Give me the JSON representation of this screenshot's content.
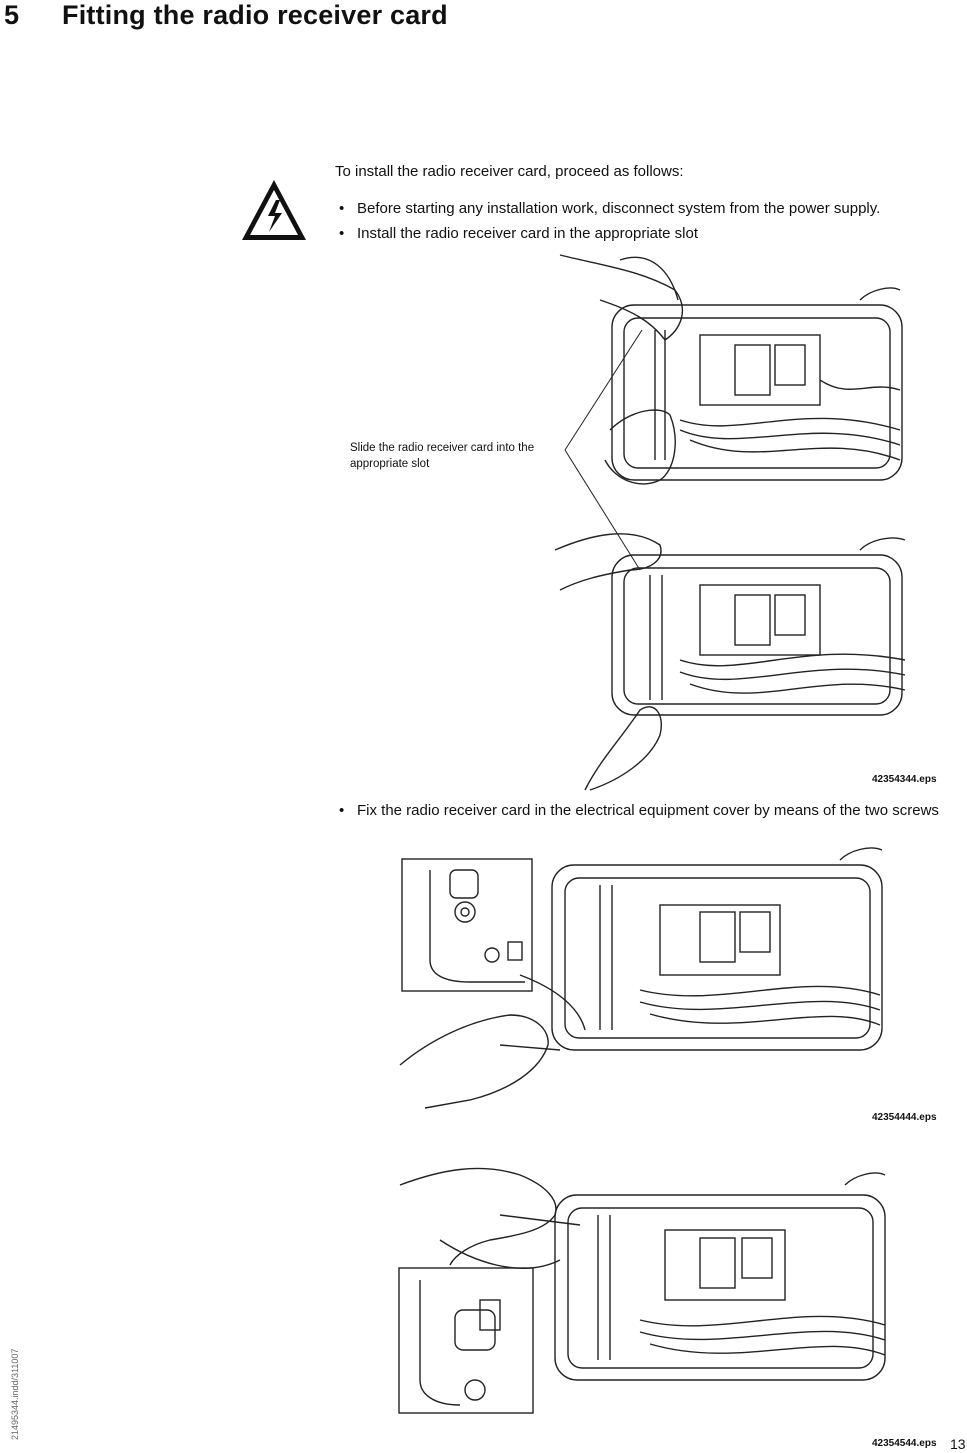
{
  "section": {
    "number": "5",
    "title": "Fitting the radio receiver card"
  },
  "intro": "To install the radio receiver card, proceed as follows:",
  "bullets": [
    "Before starting any installation work, disconnect system from the power supply.",
    "Install the radio receiver card in the appropriate slot",
    "Fix the radio receiver card in the electrical equipment cover by means of the two screws"
  ],
  "bullet_symbol": "•",
  "callout": "Slide the radio receiver card into the appropriate slot",
  "figures": [
    {
      "file": "42354344.eps"
    },
    {
      "file": "42354444.eps"
    },
    {
      "file": "42354544.eps"
    }
  ],
  "side_text": "21495344.indd/311007",
  "page_number": "13",
  "icons": [
    "electrical-hazard-warning-icon"
  ]
}
